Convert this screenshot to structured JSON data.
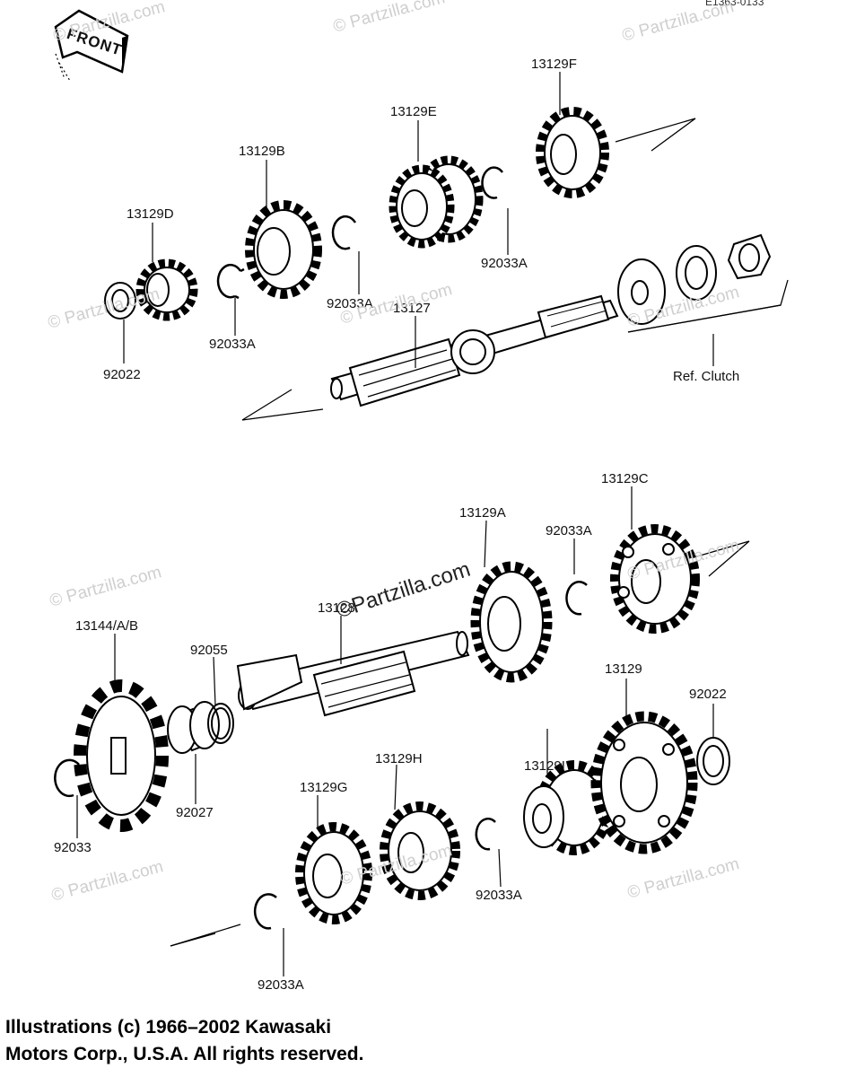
{
  "figure_code": "E1363-0133",
  "front_label": "FRONT",
  "parts": {
    "p_13129F": "13129F",
    "p_13129E": "13129E",
    "p_13129B": "13129B",
    "p_13129D": "13129D",
    "p_92033A_1": "92033A",
    "p_92033A_2": "92033A",
    "p_92033A_3": "92033A",
    "p_92022_top": "92022",
    "p_13127": "13127",
    "ref_clutch": "Ref. Clutch",
    "p_13129C": "13129C",
    "p_13129A": "13129A",
    "p_92033A_4": "92033A",
    "p_13128": "13128",
    "p_13144": "13144/A/B",
    "p_92055": "92055",
    "p_13129": "13129",
    "p_92022_bot": "92022",
    "p_13129I": "13129I",
    "p_13129H": "13129H",
    "p_13129G": "13129G",
    "p_92027": "92027",
    "p_92033": "92033",
    "p_92033A_5": "92033A",
    "p_92033A_6": "92033A"
  },
  "watermarks": {
    "small": "© Partzilla.com",
    "center": "©Partzilla.com"
  },
  "copyright": {
    "line1": "Illustrations (c) 1966–2002 Kawasaki",
    "line2": "Motors Corp., U.S.A.  All rights reserved."
  }
}
